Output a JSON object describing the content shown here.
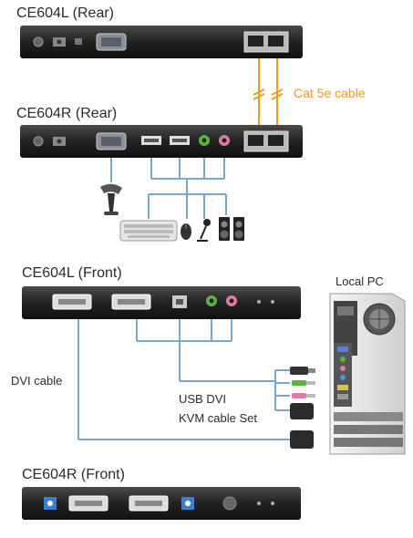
{
  "labels": {
    "rear_left": "CE604L (Rear)",
    "rear_right": "CE604R (Rear)",
    "front_left": "CE604L (Front)",
    "front_right": "CE604R (Front)",
    "local_pc": "Local PC",
    "cat5": "Cat 5e cable",
    "dvi_cable": "DVI cable",
    "usb_dvi_line1": "USB DVI",
    "usb_dvi_line2": "KVM cable Set"
  },
  "colors": {
    "device_body": "#2a2a2a",
    "cable_blue": "#7aa7c7",
    "cable_orange": "#f39a1e",
    "port_green": "#5bb53a",
    "port_pink": "#e07aa6"
  }
}
